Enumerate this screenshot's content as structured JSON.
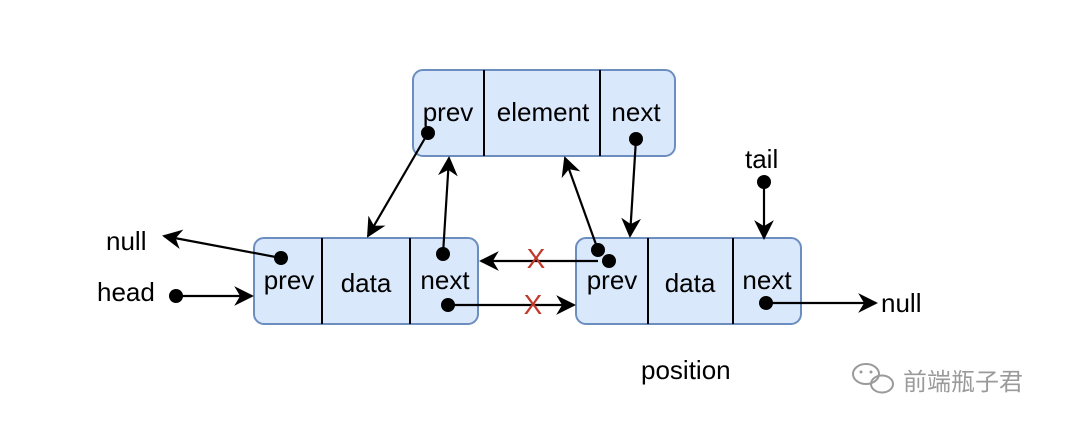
{
  "nodes": {
    "new_node": {
      "cells": [
        "prev",
        "element",
        "next"
      ]
    },
    "left_node": {
      "cells": [
        "prev",
        "data",
        "next"
      ]
    },
    "right_node": {
      "cells": [
        "prev",
        "data",
        "next"
      ]
    }
  },
  "labels": {
    "null_left": "null",
    "head": "head",
    "tail": "tail",
    "null_right": "null",
    "position": "position"
  },
  "cut_marks": [
    "X",
    "X"
  ],
  "watermark": {
    "text": "前端瓶子君",
    "icon": "wechat-icon"
  },
  "colors": {
    "node_fill": "#dae8fc",
    "node_stroke": "#6c8ebf",
    "cut_mark": "#c0392b"
  }
}
